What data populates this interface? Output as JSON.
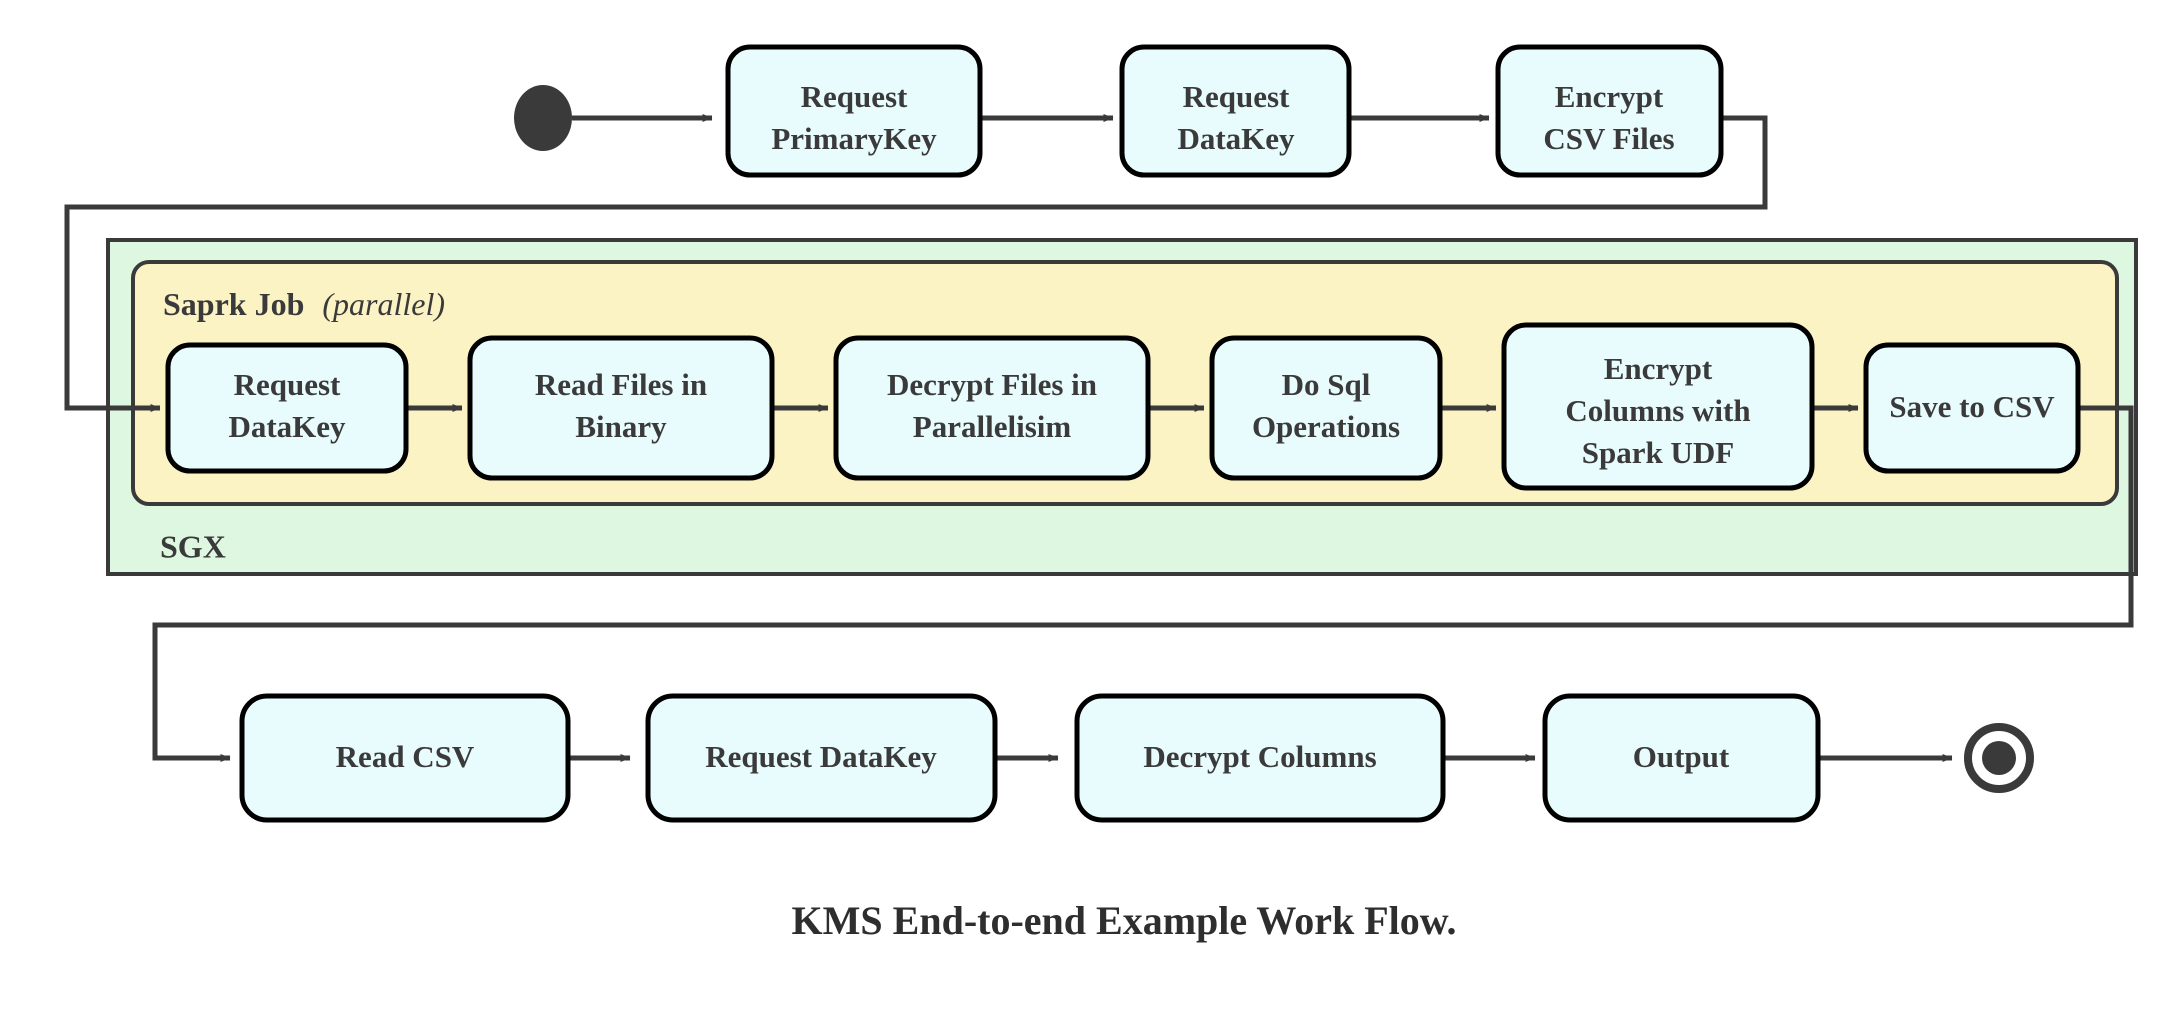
{
  "caption": "KMS End-to-end Example Work Flow.",
  "colors": {
    "node_fill": "#e8fbfd",
    "node_stroke": "#000000",
    "sgx_fill": "#ddf7e0",
    "spark_fill": "#fcf3c4",
    "edge": "#3a3a3a",
    "text": "#3a3a3a",
    "background": "#ffffff"
  },
  "groups": {
    "sgx": {
      "label": "SGX"
    },
    "spark": {
      "label": "Saprk Job",
      "qualifier": "(parallel)",
      "qualifier_open": "(",
      "qualifier_word": "parallel",
      "qualifier_close": ")"
    }
  },
  "nodes": {
    "start": {
      "name": "start-node"
    },
    "end": {
      "name": "end-node"
    },
    "row_top": [
      {
        "id": "request-primarykey",
        "lines": [
          "Request",
          "PrimaryKey"
        ]
      },
      {
        "id": "request-datakey-top",
        "lines": [
          "Request",
          "DataKey"
        ]
      },
      {
        "id": "encrypt-csv-files",
        "lines": [
          "Encrypt",
          "CSV Files"
        ]
      }
    ],
    "row_spark": [
      {
        "id": "request-datakey-spark",
        "lines": [
          "Request",
          "DataKey"
        ]
      },
      {
        "id": "read-files-in-binary",
        "lines": [
          "Read Files in",
          "Binary"
        ]
      },
      {
        "id": "decrypt-files-in-parallelisim",
        "lines": [
          "Decrypt Files in",
          "Parallelisim"
        ]
      },
      {
        "id": "do-sql-operations",
        "lines": [
          "Do Sql",
          "Operations"
        ]
      },
      {
        "id": "encrypt-columns-with-spark-udf",
        "lines": [
          "Encrypt",
          "Columns with",
          "Spark UDF"
        ]
      },
      {
        "id": "save-to-csv",
        "lines": [
          "Save to CSV"
        ]
      }
    ],
    "row_bottom": [
      {
        "id": "read-csv",
        "lines": [
          "Read CSV"
        ]
      },
      {
        "id": "request-datakey-bottom",
        "lines": [
          "Request DataKey"
        ]
      },
      {
        "id": "decrypt-columns",
        "lines": [
          "Decrypt Columns"
        ]
      },
      {
        "id": "output",
        "lines": [
          "Output"
        ]
      }
    ]
  }
}
